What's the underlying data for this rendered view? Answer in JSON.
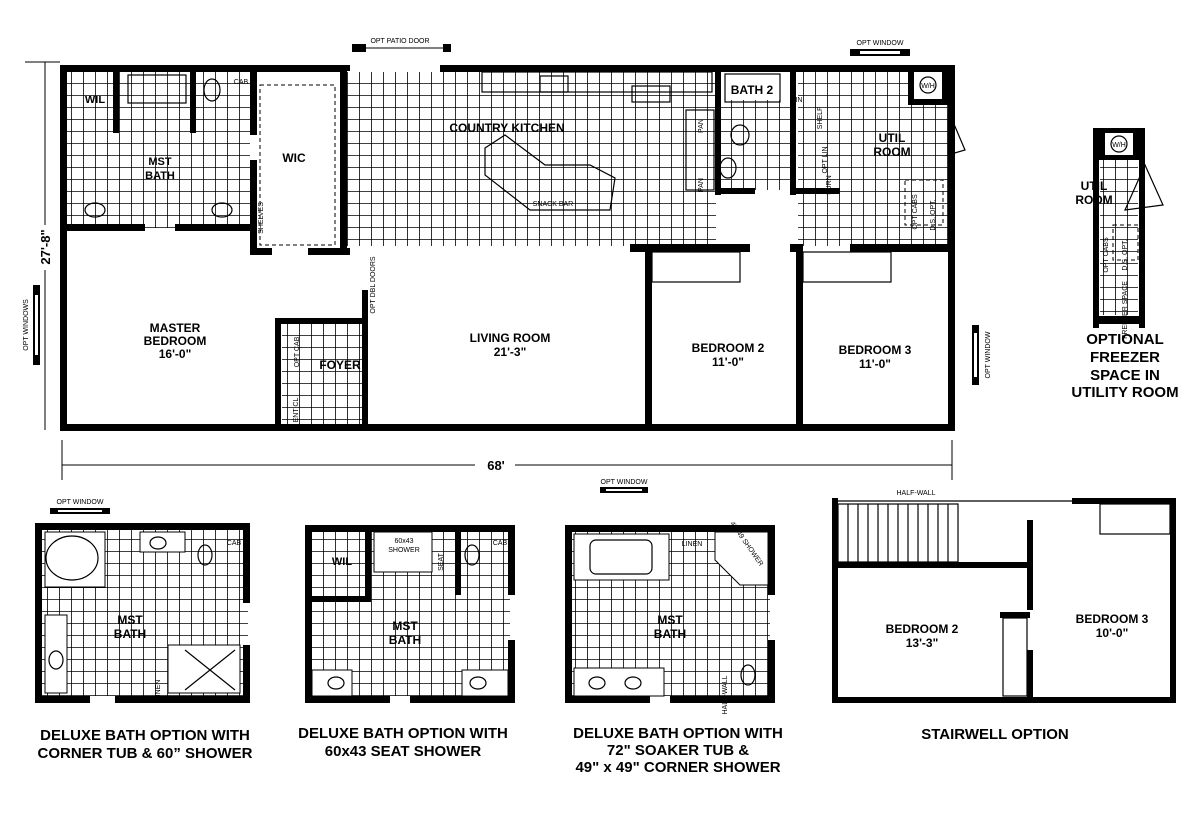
{
  "main_plan": {
    "rooms": {
      "wil": "WIL",
      "cab": "CAB",
      "mst_bath": [
        "MST",
        "BATH"
      ],
      "wic": "WIC",
      "shelves": "SHELVES",
      "country_kitchen": "COUNTRY KITCHEN",
      "snack_bar": "SNACK BAR",
      "pan": "PAN",
      "bath2": "BATH 2",
      "lin": "LIN",
      "shelf": "SHELF",
      "opt_lin": "OPT LIN",
      "furn": "FURN",
      "wh": "W/H",
      "util_room": [
        "UTIL",
        "ROOM"
      ],
      "opt_cabs": "OPT CABS",
      "ds_opt": "D.S. OPT.",
      "master_bedroom": [
        "MASTER",
        "BEDROOM",
        "16'-0\""
      ],
      "opt_cab": "OPT CAB",
      "ent_cl": "ENT CL",
      "foyer": "FOYER",
      "opt_dbl_doors": "OPT DBL DOORS",
      "living_room": [
        "LIVING ROOM",
        "21'-3\""
      ],
      "bedroom2": [
        "BEDROOM 2",
        "11'-0\""
      ],
      "bedroom3": [
        "BEDROOM 3",
        "11'-0\""
      ]
    },
    "annotations": {
      "opt_patio_door": "OPT PATIO DOOR",
      "opt_window_top": "OPT WINDOW",
      "opt_windows_left": "OPT WINDOWS",
      "opt_window_right": "OPT WINDOW",
      "width_dimension": "68'",
      "depth_dimension": "27'-8\""
    }
  },
  "freezer_option": {
    "wh": "W/H",
    "util_room": [
      "UTIL",
      "ROOM"
    ],
    "opt_cabs": "OPT CABS",
    "ds_opt": "D.S. OPT.",
    "freezer_space": "FREEZER SPACE",
    "caption": [
      "OPTIONAL",
      "FREEZER",
      "SPACE IN",
      "UTILITY ROOM"
    ]
  },
  "bath_options": [
    {
      "opt_window": "OPT WINDOW",
      "cab": "CAB",
      "linen": "LINEN",
      "room": [
        "MST",
        "BATH"
      ],
      "caption": [
        "DELUXE BATH OPTION WITH",
        "CORNER TUB & 60” SHOWER"
      ]
    },
    {
      "wil": "WIL",
      "shower": [
        "60x43",
        "SHOWER"
      ],
      "seat": "SEAT",
      "cab": "CAB",
      "room": [
        "MST",
        "BATH"
      ],
      "caption": [
        "DELUXE BATH OPTION WITH",
        "60x43 SEAT SHOWER"
      ]
    },
    {
      "opt_window": "OPT WINDOW",
      "linen": "LINEN",
      "shower": "49x49 SHOWER",
      "half_wall": "HALF-WALL",
      "room": [
        "MST",
        "BATH"
      ],
      "caption": [
        "DELUXE BATH OPTION WITH",
        "72\" SOAKER TUB &",
        "49\" x 49\" CORNER SHOWER"
      ]
    }
  ],
  "stairwell_option": {
    "half_wall": "HALF-WALL",
    "bedroom2": [
      "BEDROOM 2",
      "13'-3\""
    ],
    "bedroom3": [
      "BEDROOM 3",
      "10'-0\""
    ],
    "caption": "STAIRWELL OPTION"
  }
}
